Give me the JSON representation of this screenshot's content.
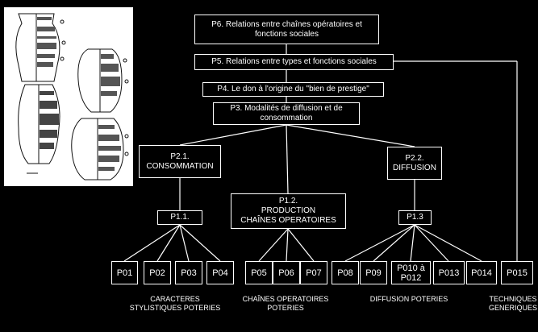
{
  "boxes": {
    "p6": "P6. Relations entre chaînes opératoires et\nfonctions sociales",
    "p5": "P5. Relations entre types et fonctions sociales",
    "p4": "P4. Le don à l'origine du \"bien de prestige\"",
    "p3": "P3. Modalités de diffusion et de\nconsommation",
    "p21": "P2.1.\nCONSOMMATION",
    "p22": "P2.2.\nDIFFUSION",
    "p12": "P1.2.\nPRODUCTION\nCHAÎNES OPERATOIRES",
    "p11": "P1.1.",
    "p13": "P1.3",
    "p01": "P01",
    "p02": "P02",
    "p03": "P03",
    "p04": "P04",
    "p05": "P05",
    "p06": "P06",
    "p07": "P07",
    "p08": "P08",
    "p09": "P09",
    "p010": "P010 à\nP012",
    "p013": "P013",
    "p014": "P014",
    "p015": "P015"
  },
  "captions": {
    "stylistiques": "CARACTERES\nSTYLISTIQUES POTERIES",
    "chaines": "CHAÎNES OPERATOIRES\nPOTERIES",
    "diffusion": "DIFFUSION POTERIES",
    "techniques": "TECHNIQUES\nGENERIQUES"
  },
  "colors": {
    "background": "#000000",
    "foreground": "#ffffff"
  }
}
